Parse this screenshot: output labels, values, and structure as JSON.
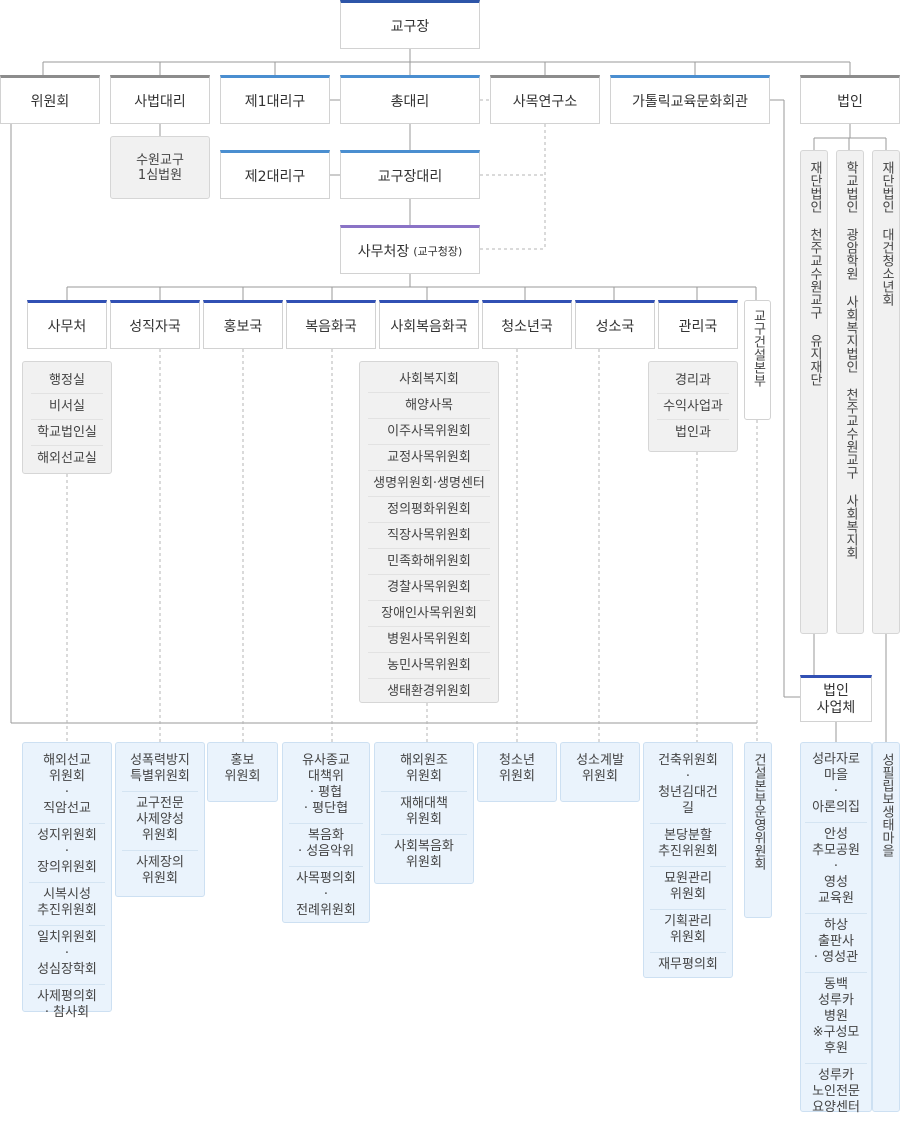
{
  "top": {
    "label": "교구장"
  },
  "row1": {
    "committee": "위원회",
    "judicial_vicar": "사법대리",
    "vicariate1": "제1대리구",
    "vicar_general": "총대리",
    "pastoral_institute": "사목연구소",
    "culture_center": "가톨릭교육문화회관",
    "corporation": "법인"
  },
  "court": "수원교구\n1심법원",
  "vicariate2": "제2대리구",
  "episcopal_vicar": "교구장대리",
  "chancellor": {
    "main": "사무처장",
    "sub": "(교구청장)"
  },
  "departments": [
    {
      "label": "사무처"
    },
    {
      "label": "성직자국"
    },
    {
      "label": "홍보국"
    },
    {
      "label": "복음화국"
    },
    {
      "label": "사회복음화국"
    },
    {
      "label": "청소년국"
    },
    {
      "label": "성소국"
    },
    {
      "label": "관리국"
    }
  ],
  "construction_hq": "교구건설본부",
  "office_items": [
    "행정실",
    "비서실",
    "학교법인실",
    "해외선교실"
  ],
  "social_items": [
    "사회복지회",
    "해양사목",
    "이주사목위원회",
    "교정사목위원회",
    "생명위원회·생명센터",
    "정의평화위원회",
    "직장사목위원회",
    "민족화해위원회",
    "경찰사목위원회",
    "장애인사목위원회",
    "병원사목위원회",
    "농민사목위원회",
    "생태환경위원회"
  ],
  "admin_items": [
    "경리과",
    "수익사업과",
    "법인과"
  ],
  "foundations": [
    "재단법인 천주교수원교구 유지재단",
    "학교법인 광암학원  사회복지법인 천주교수원교구 사회복지회",
    "재단법인 대건청소년회"
  ],
  "corp_business": "법인\n사업체",
  "bottom": {
    "office": [
      "해외선교\n위원회\n·\n직암선교",
      "성지위원회\n·\n장의위원회",
      "시복시성\n추진위원회",
      "일치위원회\n·\n성심장학회",
      "사제평의회\n· 참사회"
    ],
    "clergy": [
      "성폭력방지\n특별위원회",
      "교구전문\n사제양성\n위원회",
      "사제장의\n위원회"
    ],
    "pr": [
      "홍보\n위원회"
    ],
    "evangel": [
      "유사종교\n대책위\n· 평협\n· 평단협",
      "복음화\n· 성음악위",
      "사목평의회\n·\n전례위원회"
    ],
    "social": [
      "해외원조\n위원회",
      "재해대책\n위원회",
      "사회복음화\n위원회"
    ],
    "youth": [
      "청소년\n위원회"
    ],
    "vocation": [
      "성소계발\n위원회"
    ],
    "admin": [
      "건축위원회\n·\n청년김대건\n길",
      "본당분할\n추진위원회",
      "묘원관리\n위원회",
      "기획관리\n위원회",
      "재무평의회"
    ],
    "construction": "건설본부운영위원회",
    "corp": [
      "성라자로\n마을\n·\n아론의집",
      "안성\n추모공원\n·\n영성\n교육원",
      "하상\n출판사\n· 영성관",
      "동백\n성루카\n병원\n※구성모\n후원",
      "성루카\n노인전문\n요양센터"
    ],
    "pilgrim": "성필립보생태마을"
  }
}
